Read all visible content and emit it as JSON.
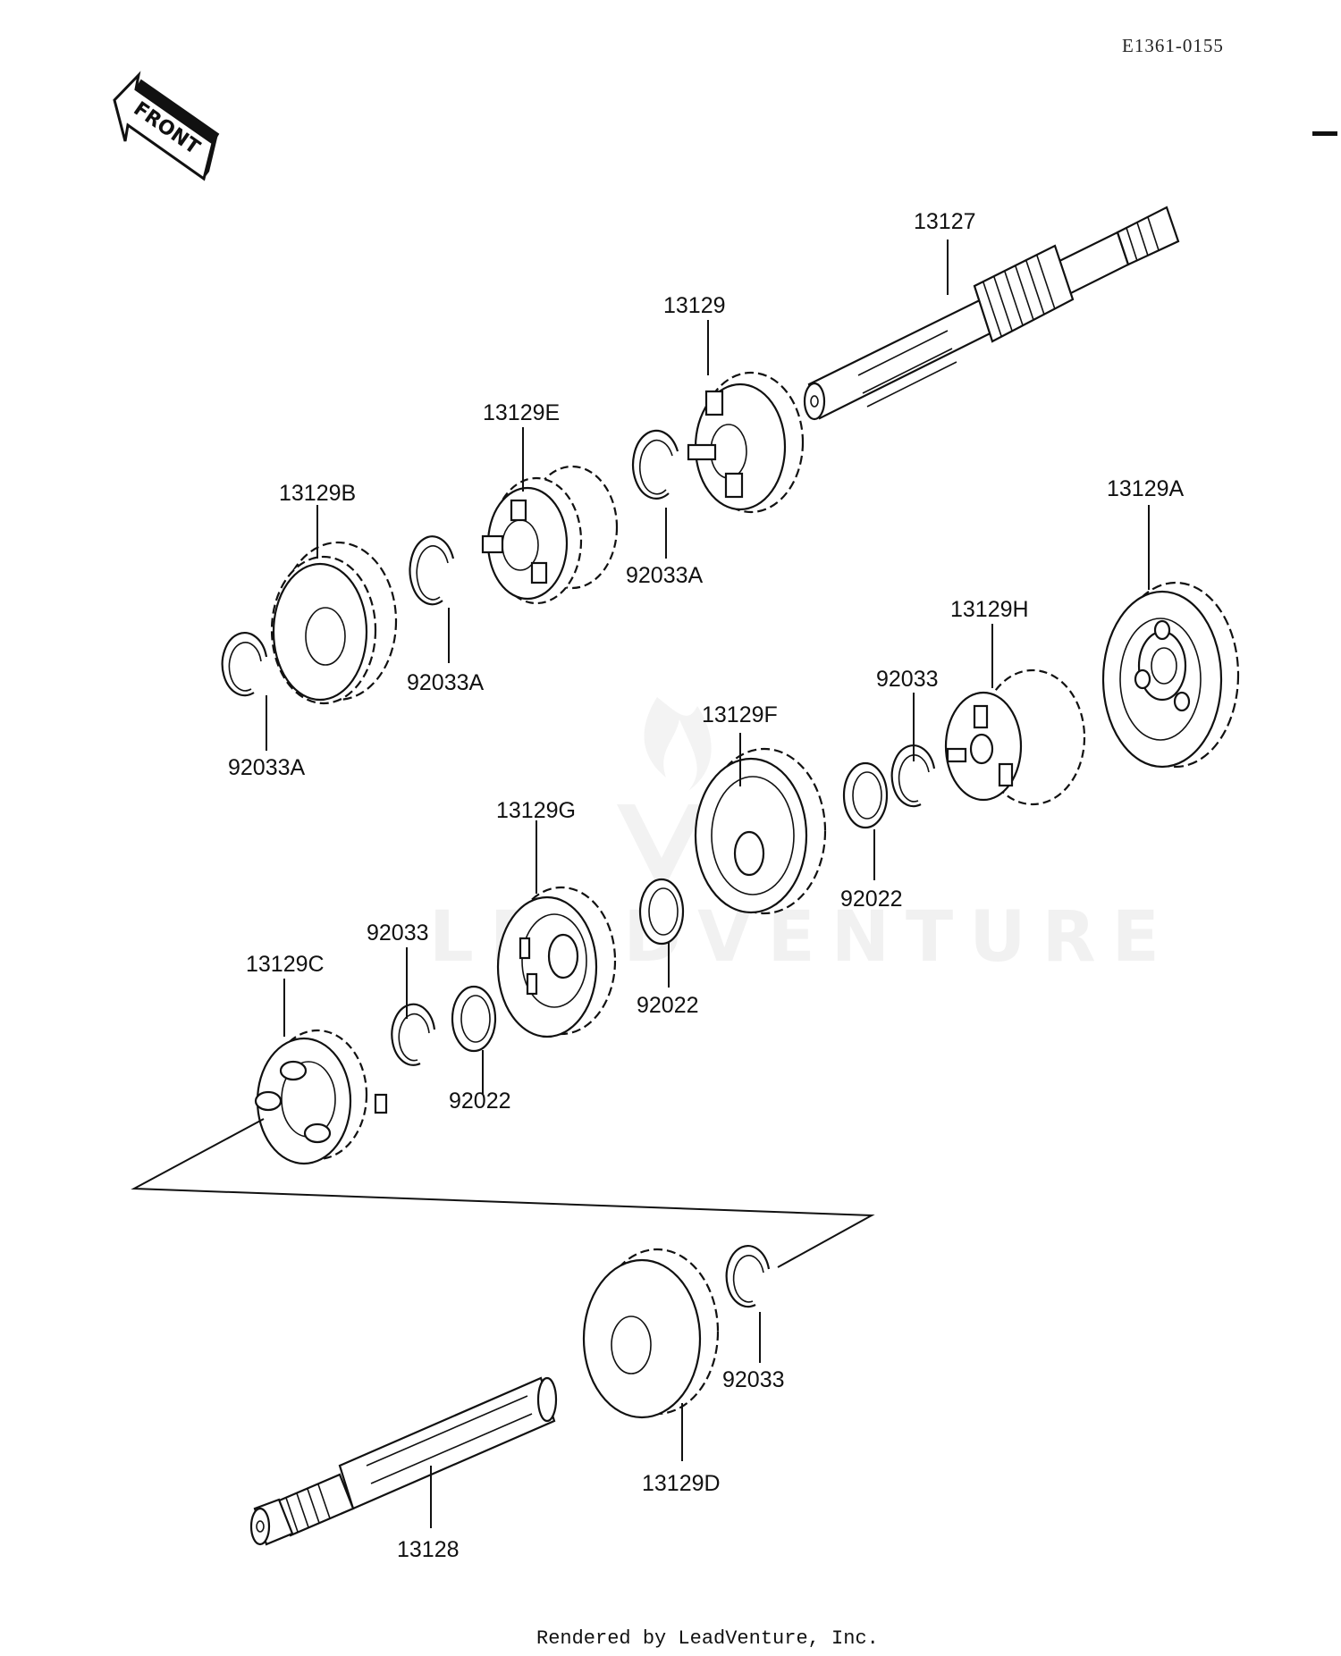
{
  "header": {
    "drawing_code": "E1361-0155"
  },
  "front_arrow": {
    "label": "FRONT"
  },
  "watermark": {
    "text": "LEADVENTURE"
  },
  "parts": [
    {
      "id": "13127"
    },
    {
      "id": "13129"
    },
    {
      "id": "13129E"
    },
    {
      "id": "92033A"
    },
    {
      "id": "13129B"
    },
    {
      "id": "92033A"
    },
    {
      "id": "92033A"
    },
    {
      "id": "13129A"
    },
    {
      "id": "13129H"
    },
    {
      "id": "92033"
    },
    {
      "id": "13129F"
    },
    {
      "id": "92022"
    },
    {
      "id": "13129G"
    },
    {
      "id": "92022"
    },
    {
      "id": "92033"
    },
    {
      "id": "92022"
    },
    {
      "id": "13129C"
    },
    {
      "id": "92033"
    },
    {
      "id": "13129D"
    },
    {
      "id": "13128"
    }
  ],
  "footer": {
    "text": "Rendered by LeadVenture, Inc."
  }
}
